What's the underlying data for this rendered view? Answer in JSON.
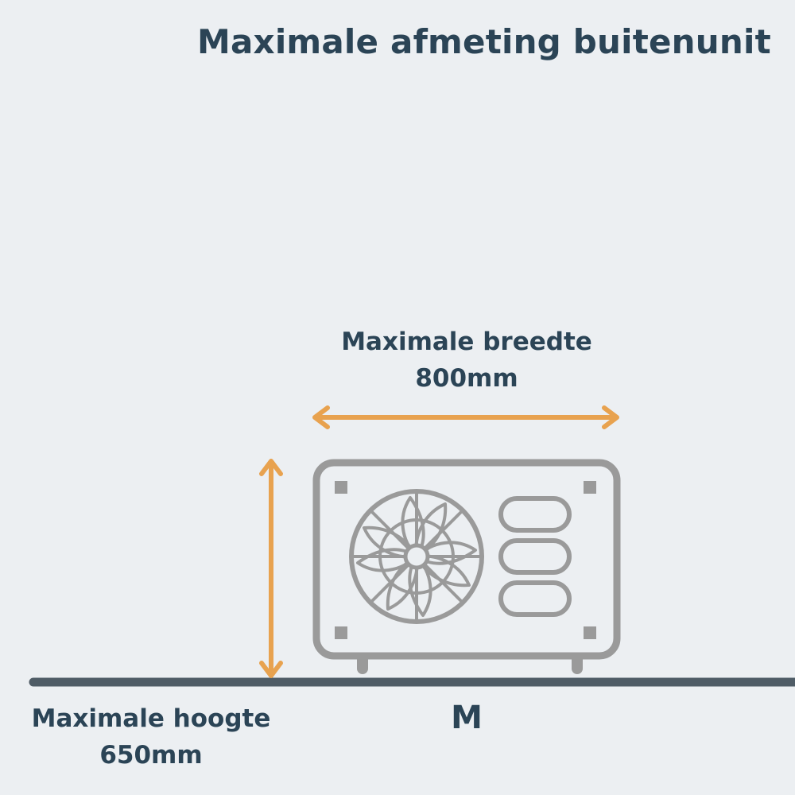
{
  "title": "Maximale afmeting buitenunit",
  "width": {
    "label": "Maximale breedte",
    "value": "800mm"
  },
  "height": {
    "label": "Maximale hoogte",
    "value": "650mm"
  },
  "size_code": "M",
  "colors": {
    "background": "#eceff2",
    "text": "#2b4456",
    "arrow": "#e8a24f",
    "unit_outline": "#9a9a9a",
    "ground": "#4f5c66"
  }
}
